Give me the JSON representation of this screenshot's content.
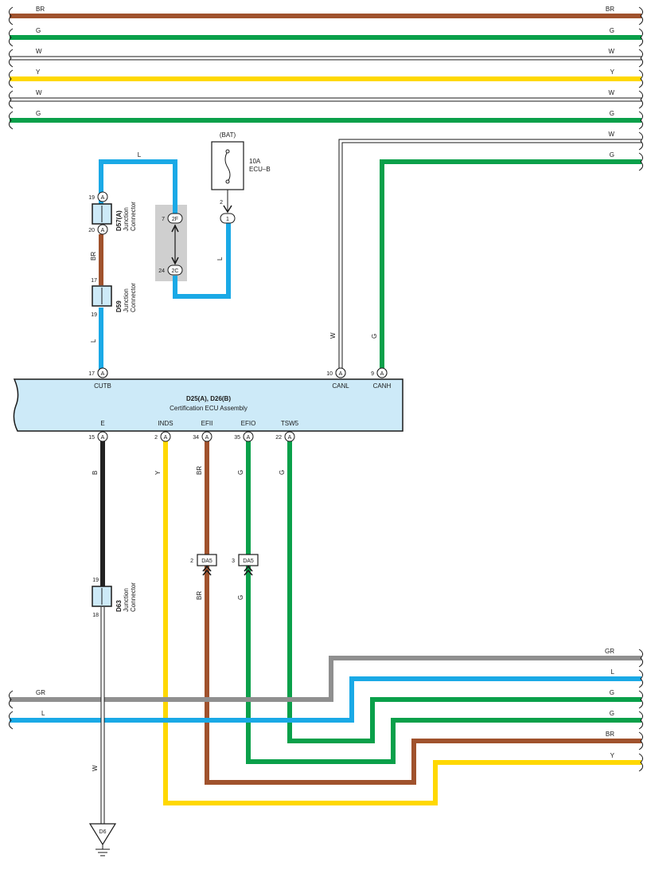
{
  "colors": {
    "BR": "#a0522d",
    "G": "#0aa04a",
    "Y": "#ffd800",
    "L": "#1aa9e6",
    "GR": "#8f8f8f",
    "B": "#222222",
    "W": "#ffffff",
    "ecu_fill": "#cdeaf8",
    "connector_fill": "#cdeaf8",
    "shade": "#cfcfcf"
  },
  "top_buses": [
    {
      "label_left": "BR",
      "label_right": "BR",
      "color": "BR"
    },
    {
      "label_left": "G",
      "label_right": "G",
      "color": "G"
    },
    {
      "label_left": "W",
      "label_right": "W",
      "color": "W"
    },
    {
      "label_left": "Y",
      "label_right": "Y",
      "color": "Y"
    },
    {
      "label_left": "W",
      "label_right": "W",
      "color": "W"
    },
    {
      "label_left": "G",
      "label_right": "G",
      "color": "G"
    }
  ],
  "right_incoming": [
    {
      "label": "W",
      "color": "W"
    },
    {
      "label": "G",
      "color": "G"
    }
  ],
  "fuse": {
    "supply": "(BAT)",
    "rating": "10A",
    "name": "ECU–B",
    "pin_top": "2",
    "pin_bottom": "1"
  },
  "shaded_connector": {
    "pin_top_num": "7",
    "pin_top_id": "2F",
    "pin_bottom_num": "24",
    "pin_bottom_id": "2C"
  },
  "wires": {
    "upper_l": "L",
    "fuse_l": "L",
    "d57_d59": "BR",
    "d59_ecu": "L",
    "canl": "W",
    "canh": "G"
  },
  "junctions": {
    "d57": {
      "name": "D57(A)",
      "desc": "Junction\nConnector",
      "pin_top_num": "19",
      "pin_top_id": "A",
      "pin_bottom_num": "20",
      "pin_bottom_id": "A"
    },
    "d59": {
      "name": "D59",
      "desc": "Junction\nConnector",
      "pin_top": "17",
      "pin_bottom": "19"
    },
    "d63": {
      "name": "D63",
      "desc": "Junction\nConnector",
      "pin_top": "19",
      "pin_bottom": "18"
    }
  },
  "ecu": {
    "title": "D25(A), D26(B)",
    "subtitle": "Certification ECU Assembly",
    "top_pins": [
      {
        "num": "17",
        "id": "A",
        "name": "CUTB"
      },
      {
        "num": "10",
        "id": "A",
        "name": "CANL"
      },
      {
        "num": "9",
        "id": "A",
        "name": "CANH"
      }
    ],
    "bottom_pins": [
      {
        "num": "15",
        "id": "A",
        "name": "E",
        "wire": "B"
      },
      {
        "num": "2",
        "id": "A",
        "name": "INDS",
        "wire": "Y"
      },
      {
        "num": "34",
        "id": "A",
        "name": "EFII",
        "wire": "BR"
      },
      {
        "num": "35",
        "id": "A",
        "name": "EFIO",
        "wire": "G"
      },
      {
        "num": "22",
        "id": "A",
        "name": "TSW5",
        "wire": "G"
      }
    ]
  },
  "da5": [
    {
      "pin": "2",
      "id": "DA5",
      "wire_below": "BR"
    },
    {
      "pin": "3",
      "id": "DA5",
      "wire_below": "G"
    }
  ],
  "ground": {
    "id": "D6",
    "wire": "W"
  },
  "bottom_left": [
    {
      "label": "GR",
      "color": "GR"
    },
    {
      "label": "L",
      "color": "L"
    }
  ],
  "bottom_right": [
    {
      "label": "GR",
      "color": "GR"
    },
    {
      "label": "L",
      "color": "L"
    },
    {
      "label": "G",
      "color": "G"
    },
    {
      "label": "G",
      "color": "G"
    },
    {
      "label": "BR",
      "color": "BR"
    },
    {
      "label": "Y",
      "color": "Y"
    }
  ]
}
